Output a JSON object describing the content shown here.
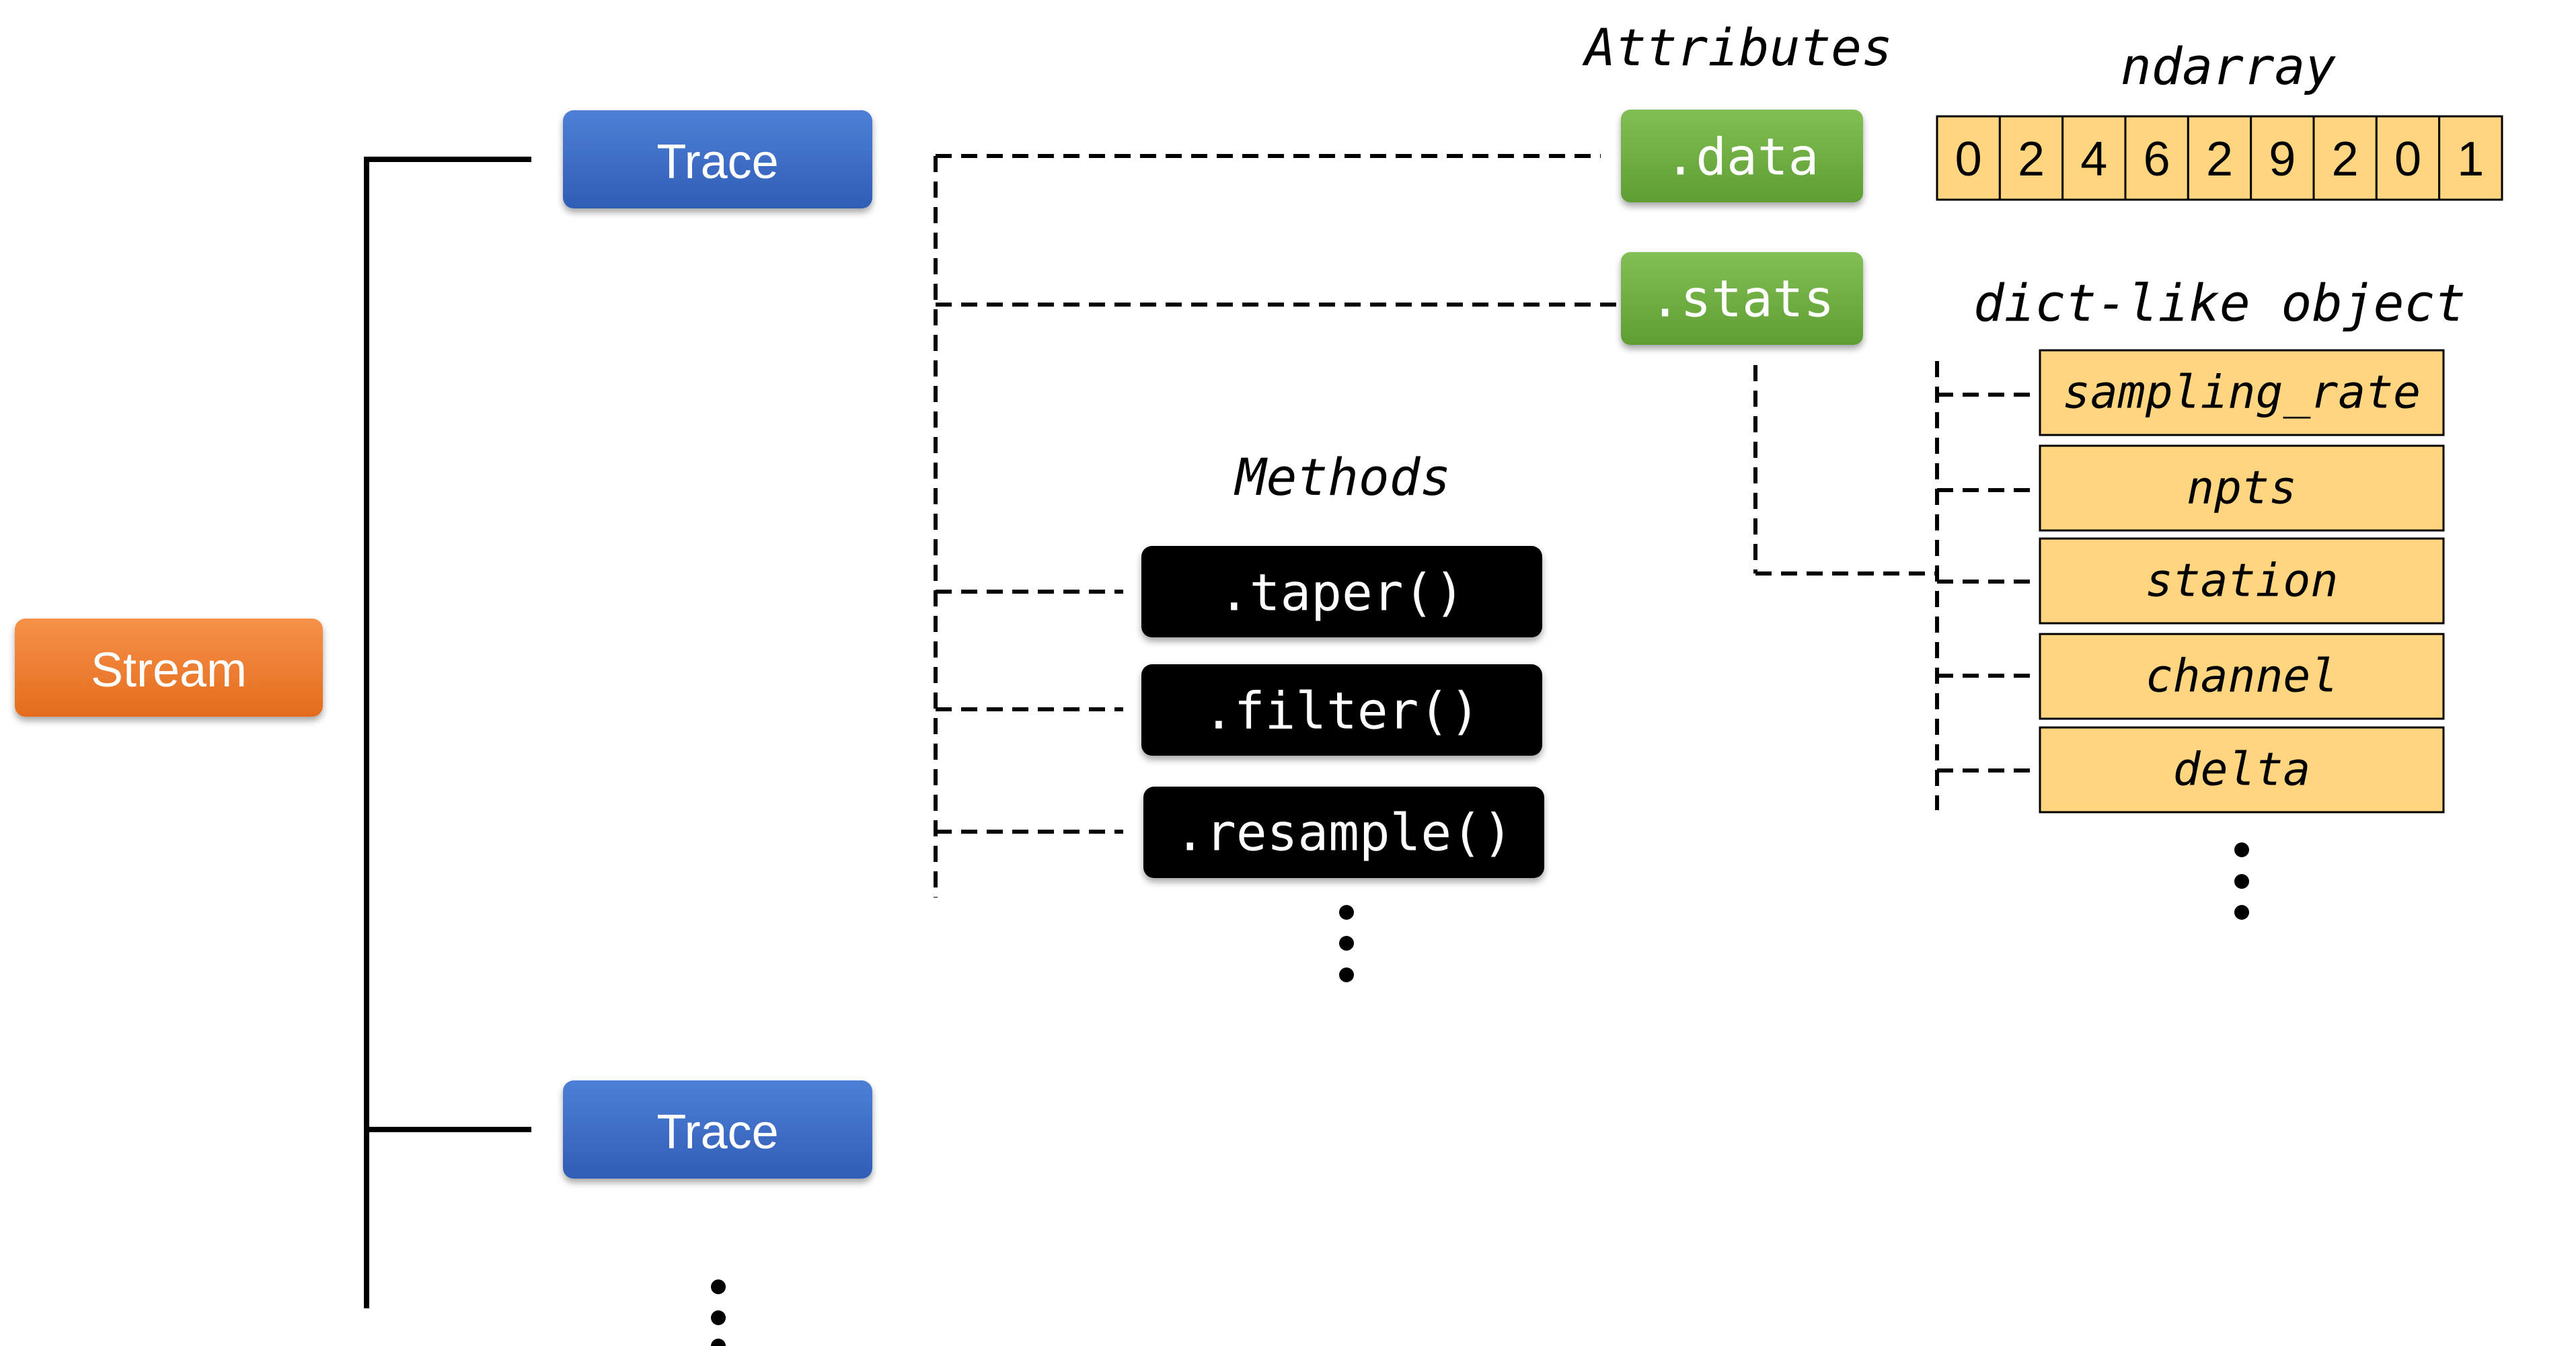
{
  "root": {
    "label": "Stream",
    "color": "#ED7D31"
  },
  "traces": [
    {
      "label": "Trace"
    },
    {
      "label": "Trace"
    }
  ],
  "trace_color": "#4472C4",
  "attributes": {
    "heading": "Attributes",
    "color": "#70AD47",
    "items": [
      {
        "label": ".data"
      },
      {
        "label": ".stats"
      }
    ]
  },
  "methods": {
    "heading": "Methods",
    "color": "#000000",
    "items": [
      {
        "label": ".taper()"
      },
      {
        "label": ".filter()"
      },
      {
        "label": ".resample()"
      }
    ]
  },
  "ndarray": {
    "heading": "ndarray",
    "color": "#FFD580",
    "values": [
      "0",
      "2",
      "4",
      "6",
      "2",
      "9",
      "2",
      "0",
      "1"
    ]
  },
  "stats": {
    "heading": "dict-like object",
    "color": "#FFD580",
    "keys": [
      "sampling_rate",
      "npts",
      "station",
      "channel",
      "delta"
    ]
  }
}
